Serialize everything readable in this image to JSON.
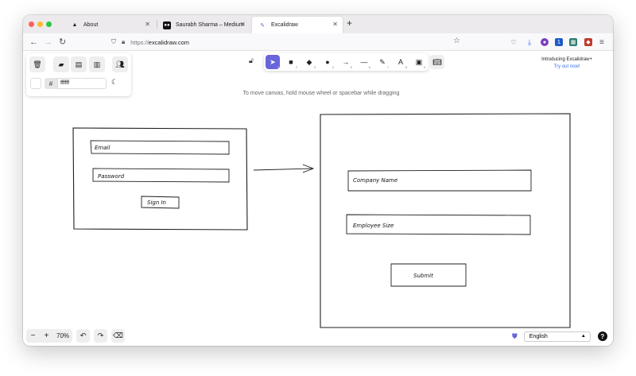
{
  "browser": {
    "tabs": [
      {
        "title": "About",
        "icon": "triangle-icon"
      },
      {
        "title": "Saurabh Sharma – Medium",
        "icon": "medium-icon"
      },
      {
        "title": "Excalidraw",
        "icon": "excalidraw-icon",
        "active": true
      }
    ],
    "new_tab": "+",
    "url_scheme": "https://",
    "url_host": "excalidraw.com"
  },
  "panel": {
    "color_hash": "#",
    "color_value": "ffffff"
  },
  "toolbar": {
    "tools": [
      {
        "name": "select",
        "glyph": "➤",
        "key": "1",
        "active": true
      },
      {
        "name": "rectangle",
        "glyph": "■",
        "key": "2"
      },
      {
        "name": "diamond",
        "glyph": "◆",
        "key": "3"
      },
      {
        "name": "ellipse",
        "glyph": "●",
        "key": "4"
      },
      {
        "name": "arrow",
        "glyph": "→",
        "key": "5"
      },
      {
        "name": "line",
        "glyph": "—",
        "key": "6"
      },
      {
        "name": "draw",
        "glyph": "✎",
        "key": "7"
      },
      {
        "name": "text",
        "glyph": "A",
        "key": "8"
      },
      {
        "name": "image",
        "glyph": "▣",
        "key": "9"
      }
    ]
  },
  "hint": "To move canvas, hold mouse wheel or spacebar while dragging",
  "promo": {
    "line1": "Introducing Excalidraw+",
    "link": "Try out now!"
  },
  "sketch": {
    "login": {
      "email": "Email",
      "password": "Password",
      "button": "Sign In"
    },
    "company": {
      "company_name": "Company Name",
      "employee_size": "Employee Size",
      "button": "Submit"
    }
  },
  "footer": {
    "zoom": "70%",
    "language": "English"
  },
  "colors": {
    "accent": "#6965db",
    "link": "#3b6ee8"
  }
}
